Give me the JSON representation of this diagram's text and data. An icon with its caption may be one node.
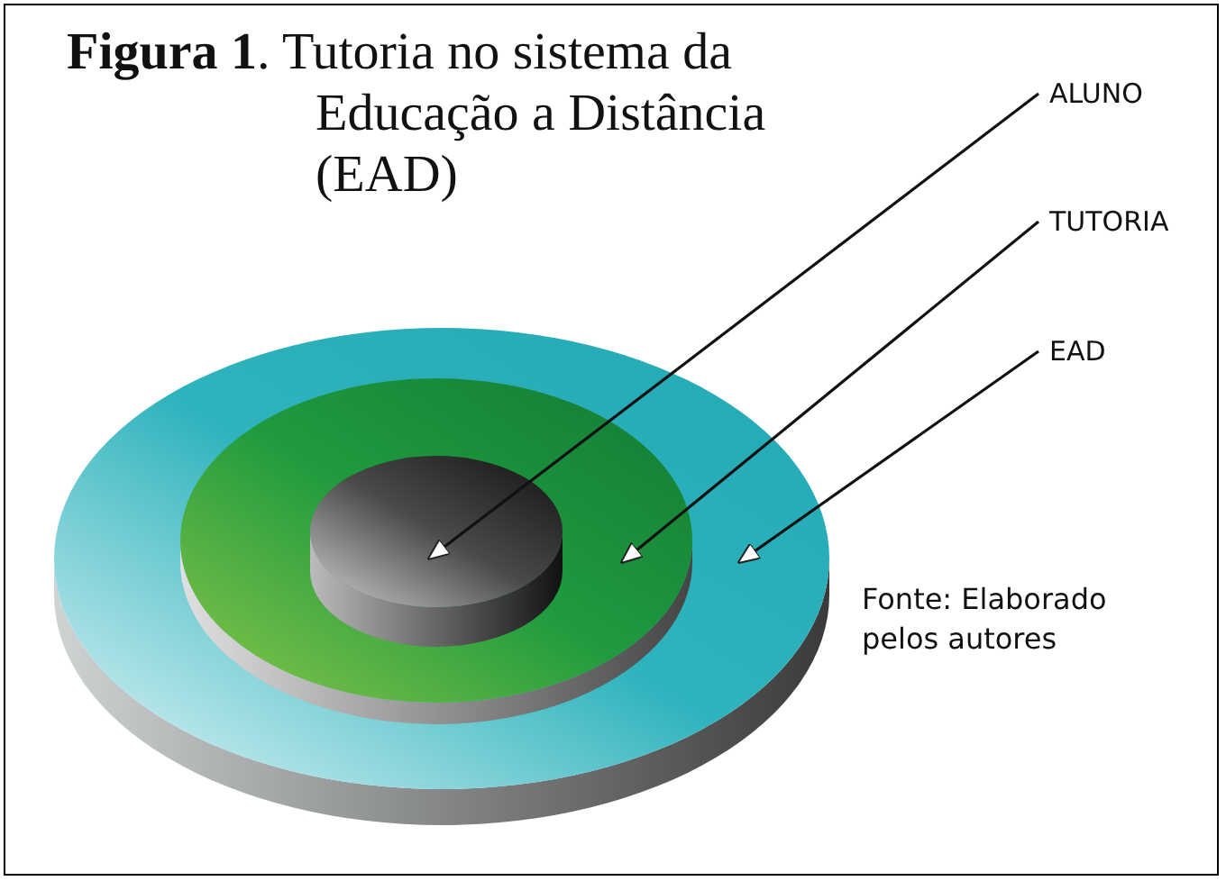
{
  "diagram": {
    "title": "**Figura 1**. Tutoria no sistema da Educação a Distância (EAD)",
    "nodes": [
      {
        "text": [],
        "shape": "disc"
      },
      {
        "text": [],
        "shape": "disc",
        "in": 0
      },
      {
        "text": [],
        "shape": "disc",
        "in": 1
      },
      {
        "text": [
          "ALUNO"
        ]
      },
      {
        "text": [
          "TUTORIA"
        ]
      },
      {
        "text": [
          "EAD"
        ]
      }
    ],
    "edges": [
      {
        "from": 3,
        "to": 2,
        "arrow": "to"
      },
      {
        "from": 4,
        "to": 1,
        "arrow": "to"
      },
      {
        "from": 5,
        "to": 0,
        "arrow": "to"
      }
    ],
    "labels": [
      "Fonte: Elaborado pelos autores"
    ]
  }
}
